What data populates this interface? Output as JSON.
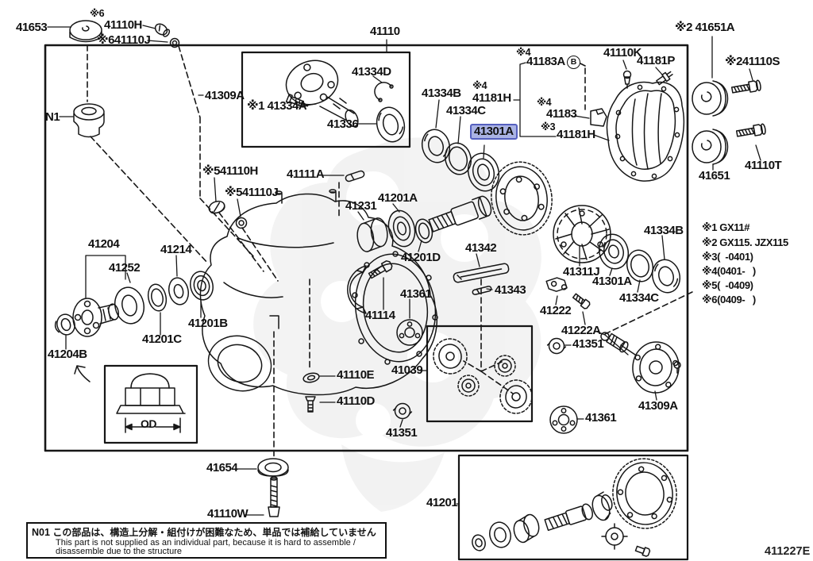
{
  "colors": {
    "highlight_bg": "#aab3e4",
    "highlight_border": "#5560bf",
    "line": "#161616",
    "bg": "#ffffff"
  },
  "labels": {
    "c41653": "41653",
    "star6a": "※6",
    "p41110h6": "41110H",
    "p41110j6": "※641110J",
    "n1": "N1",
    "p41110": "41110",
    "p41309a_top": "41309A",
    "p41334d": "41334D",
    "p41334a": "※1 41334A",
    "p41336": "41336",
    "p41334b_top": "41334B",
    "star4a": "※4",
    "p41181h_4": "41181H",
    "p41334c_top": "41334C",
    "p41301a_hl": "41301A",
    "star4b": "※4",
    "p41183a": "41183A",
    "circle_b": "B",
    "p41110k": "41110K",
    "p41181p": "41181P",
    "p41651a": "※2 41651A",
    "p41110s": "※241110S",
    "star4c": "※4",
    "p41183": "41183",
    "star3": "※3",
    "p41181h_3": "41181H",
    "p41651": "41651",
    "p41110t": "41110T",
    "p41110h5": "※541110H",
    "p41110j5": "※541110J",
    "p41111a": "41111A",
    "p41231": "41231",
    "p41201a": "41201A",
    "p41201d": "41201D",
    "p41204": "41204",
    "p41252": "41252",
    "p41214": "41214",
    "p41201b": "41201B",
    "p41201c": "41201C",
    "p41204b": "41204B",
    "p41342": "41342",
    "p41343": "41343",
    "p41311j": "41311J",
    "p41301a_r": "41301A",
    "p41334b_r": "41334B",
    "p41334c_r": "41334C",
    "p41222": "41222",
    "p41222a": "41222A",
    "p41351_r": "41351",
    "p41361_mid": "41361",
    "p41114": "41114",
    "p41110e": "41110E",
    "p41110d": "41110D",
    "p41039": "41039",
    "p41351_b": "41351",
    "p41361_br": "41361",
    "p41309a_br": "41309A",
    "p41654": "41654",
    "p41110w": "41110W",
    "p41201": "41201",
    "od": "OD",
    "code": "411227E"
  },
  "footnotes": {
    "f1": "※1 GX11#",
    "f2": "※2 GX115. JZX115",
    "f3": "※3(  -0401)",
    "f4": "※4(0401-   )",
    "f5": "※5(  -0409)",
    "f6": "※6(0409-   )"
  },
  "note": {
    "id": "N01",
    "jp": "この部品は、構造上分解・組付けが困難なため、単品では補給していません",
    "en1": "This part is not supplied as an individual part, because it is hard to assemble /",
    "en2": "disassemble due to the structure"
  }
}
